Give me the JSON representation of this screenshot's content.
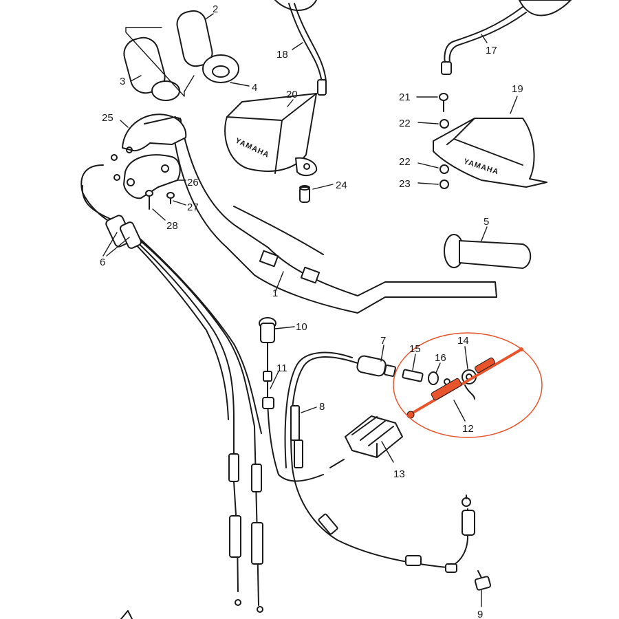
{
  "diagram": {
    "brand_text": "YAMAHA",
    "highlight_color": "#e8542c",
    "parts": [
      {
        "id": "1",
        "label": "1"
      },
      {
        "id": "2",
        "label": "2"
      },
      {
        "id": "3",
        "label": "3"
      },
      {
        "id": "4",
        "label": "4"
      },
      {
        "id": "5",
        "label": "5"
      },
      {
        "id": "6",
        "label": "6"
      },
      {
        "id": "7",
        "label": "7"
      },
      {
        "id": "8",
        "label": "8"
      },
      {
        "id": "9",
        "label": "9"
      },
      {
        "id": "10",
        "label": "10"
      },
      {
        "id": "11",
        "label": "11"
      },
      {
        "id": "12",
        "label": "12"
      },
      {
        "id": "13",
        "label": "13"
      },
      {
        "id": "14",
        "label": "14"
      },
      {
        "id": "15",
        "label": "15"
      },
      {
        "id": "16",
        "label": "16"
      },
      {
        "id": "17",
        "label": "17"
      },
      {
        "id": "18",
        "label": "18"
      },
      {
        "id": "19",
        "label": "19"
      },
      {
        "id": "20",
        "label": "20"
      },
      {
        "id": "21",
        "label": "21"
      },
      {
        "id": "22a",
        "label": "22"
      },
      {
        "id": "22b",
        "label": "22"
      },
      {
        "id": "23",
        "label": "23"
      },
      {
        "id": "24",
        "label": "24"
      },
      {
        "id": "25",
        "label": "25"
      },
      {
        "id": "26",
        "label": "26"
      },
      {
        "id": "27",
        "label": "27"
      },
      {
        "id": "28",
        "label": "28"
      }
    ]
  }
}
